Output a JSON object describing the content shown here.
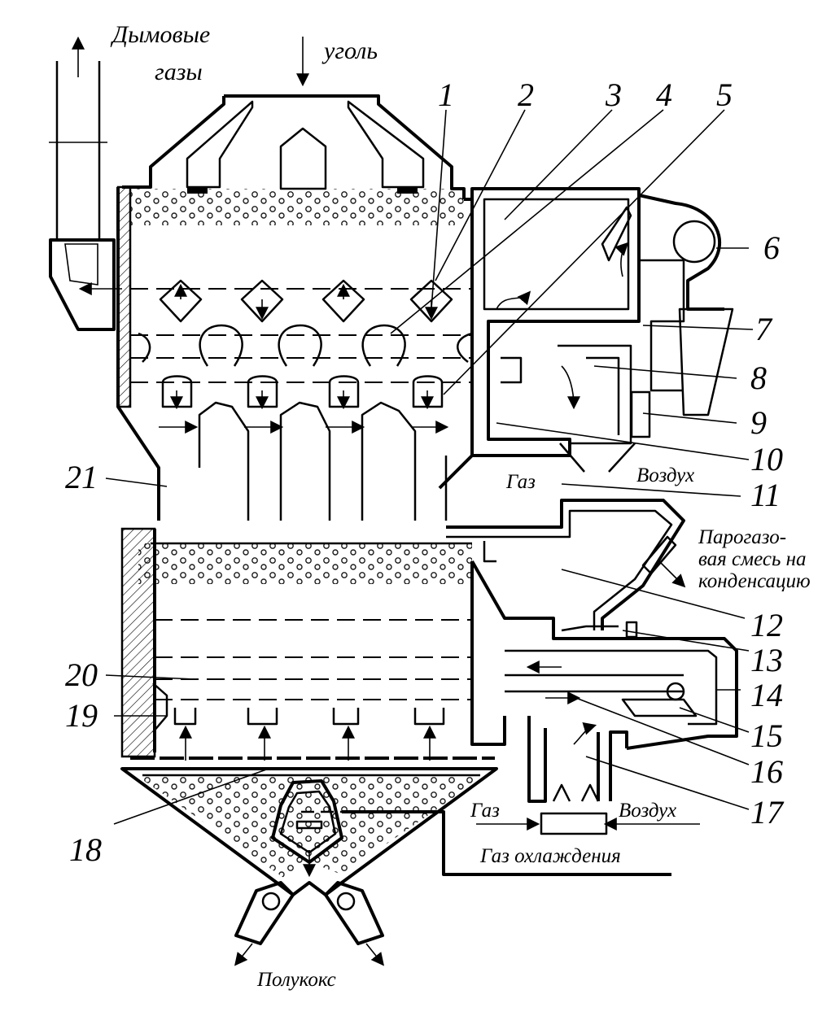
{
  "labels": {
    "flue_gases": [
      "Дымовые",
      "газы"
    ],
    "coal": "уголь",
    "gas_1": "Газ",
    "air_1": "Воздух",
    "vapor_gas": [
      "Парогазо-",
      "вая смесь на",
      "конденсацию"
    ],
    "gas_2": "Газ",
    "air_2": "Воздух",
    "cooling_gas": "Газ охлаждения",
    "semicoke": "Полукокс"
  },
  "callouts": [
    "1",
    "2",
    "3",
    "4",
    "5",
    "6",
    "7",
    "8",
    "9",
    "10",
    "11",
    "12",
    "13",
    "14",
    "15",
    "16",
    "17",
    "18",
    "19",
    "20",
    "21"
  ]
}
